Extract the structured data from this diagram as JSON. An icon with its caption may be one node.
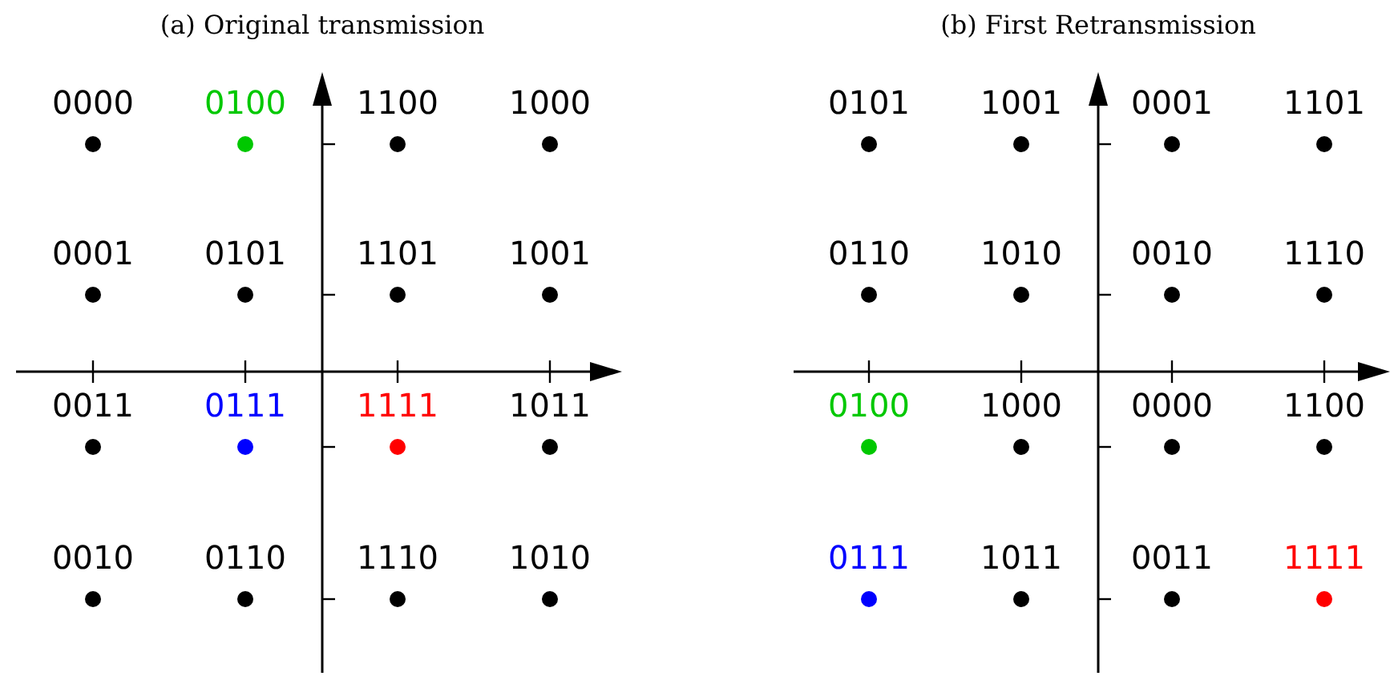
{
  "diagram": {
    "nodes": [
      {
        "text": [],
        "shape": "circle",
        "beside": [
          "0000"
        ]
      },
      {
        "text": [],
        "shape": "circle",
        "beside": [
          "0100"
        ]
      },
      {
        "text": [],
        "shape": "circle",
        "beside": [
          "1100"
        ]
      },
      {
        "text": [],
        "shape": "circle",
        "beside": [
          "1000"
        ]
      },
      {
        "text": [],
        "shape": "circle",
        "beside": [
          "0001"
        ]
      },
      {
        "text": [],
        "shape": "circle",
        "beside": [
          "0101"
        ]
      },
      {
        "text": [],
        "shape": "circle",
        "beside": [
          "1101"
        ]
      },
      {
        "text": [],
        "shape": "circle",
        "beside": [
          "1001"
        ]
      },
      {
        "text": [],
        "shape": "circle",
        "beside": [
          "0011"
        ]
      },
      {
        "text": [],
        "shape": "circle",
        "beside": [
          "0111"
        ]
      },
      {
        "text": [],
        "shape": "circle",
        "beside": [
          "1111"
        ]
      },
      {
        "text": [],
        "shape": "circle",
        "beside": [
          "1011"
        ]
      },
      {
        "text": [],
        "shape": "circle",
        "beside": [
          "0010"
        ]
      },
      {
        "text": [],
        "shape": "circle",
        "beside": [
          "0110"
        ]
      },
      {
        "text": [],
        "shape": "circle",
        "beside": [
          "1110"
        ]
      },
      {
        "text": [],
        "shape": "circle",
        "beside": [
          "1010"
        ]
      },
      {
        "text": [],
        "shape": "circle",
        "beside": [
          "0101"
        ]
      },
      {
        "text": [],
        "shape": "circle",
        "beside": [
          "1001"
        ]
      },
      {
        "text": [],
        "shape": "circle",
        "beside": [
          "0001"
        ]
      },
      {
        "text": [],
        "shape": "circle",
        "beside": [
          "1101"
        ]
      },
      {
        "text": [],
        "shape": "circle",
        "beside": [
          "0110"
        ]
      },
      {
        "text": [],
        "shape": "circle",
        "beside": [
          "1010"
        ]
      },
      {
        "text": [],
        "shape": "circle",
        "beside": [
          "0010"
        ]
      },
      {
        "text": [],
        "shape": "circle",
        "beside": [
          "1110"
        ]
      },
      {
        "text": [],
        "shape": "circle",
        "beside": [
          "0100"
        ]
      },
      {
        "text": [],
        "shape": "circle",
        "beside": [
          "1000"
        ]
      },
      {
        "text": [],
        "shape": "circle",
        "beside": [
          "0000"
        ]
      },
      {
        "text": [],
        "shape": "circle",
        "beside": [
          "1100"
        ]
      },
      {
        "text": [],
        "shape": "circle",
        "beside": [
          "0111"
        ]
      },
      {
        "text": [],
        "shape": "circle",
        "beside": [
          "1011"
        ]
      },
      {
        "text": [],
        "shape": "circle",
        "beside": [
          "0011"
        ]
      },
      {
        "text": [],
        "shape": "circle",
        "beside": [
          "1111"
        ]
      }
    ],
    "labels": [
      "(a) Original transmission",
      "(b) First Retransmission"
    ]
  }
}
